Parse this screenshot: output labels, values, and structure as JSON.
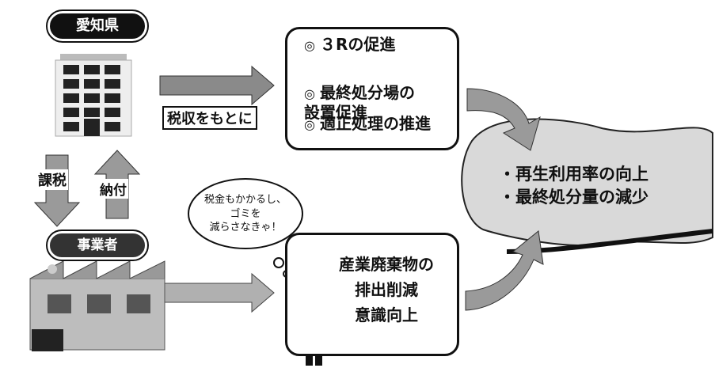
{
  "aichi": {
    "label": "愛知県"
  },
  "business": {
    "label": "事業者"
  },
  "tax_arrows": {
    "down_label": "課税",
    "up_label": "納付"
  },
  "top_arrow": {
    "label": "税収をもとに"
  },
  "policies": {
    "items": [
      "３Rの促進",
      "最終処分場の\n設置促進",
      "適正処理の推進"
    ]
  },
  "business_box": {
    "lines": [
      "産業廃棄物の",
      "排出削減",
      "意識向上"
    ]
  },
  "thought": {
    "lines": [
      "税金もかかるし、",
      "ゴミを",
      "減らさなきゃ！"
    ]
  },
  "outcome": {
    "lines": [
      "・再生利用率の向上",
      "・最終処分量の減少"
    ]
  }
}
